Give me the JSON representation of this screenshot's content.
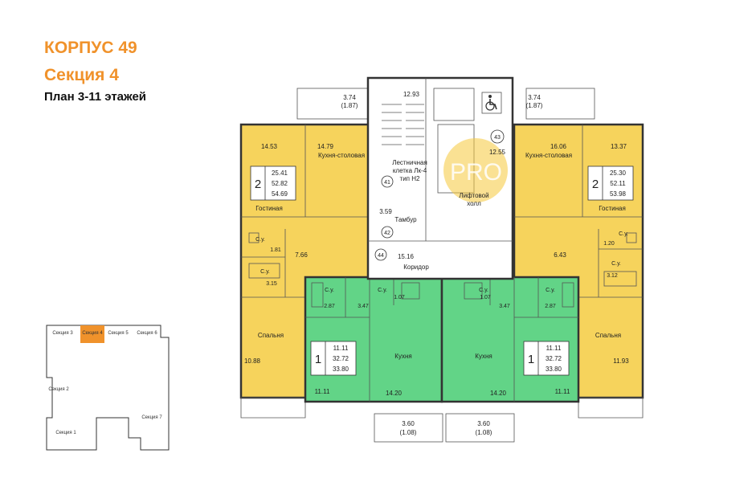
{
  "header": {
    "building": "КОРПУС 49",
    "section": "Секция 4",
    "floors": "План 3-11 этажей"
  },
  "colors": {
    "accent": "#f0922b",
    "two_room_fill": "#f6d35c",
    "one_room_fill": "#62d487",
    "core_fill": "#ffffff",
    "wall": "#333333",
    "minimap_active": "#f0922b"
  },
  "left_balcony": {
    "area": "3.74",
    "reduced": "(1.87)"
  },
  "right_balcony": {
    "area": "3.74",
    "reduced": "(1.87)"
  },
  "bottom_left_balcony": {
    "area": "3.60",
    "reduced": "(1.08)"
  },
  "bottom_right_balcony": {
    "area": "3.60",
    "reduced": "(1.08)"
  },
  "core": {
    "top_area": "12.93",
    "stair_label_1": "Лестничная",
    "stair_label_2": "клетка Лк-4",
    "stair_label_3": "тип Н2",
    "stair_no": "41",
    "vestibule_area": "3.59",
    "vestibule_label": "Тамбур",
    "vestibule_no": "42",
    "lift_hall_no": "43",
    "lift_hall_area": "12.55",
    "lift_hall_label_1": "Лифтовой",
    "lift_hall_label_2": "холл",
    "corridor_area": "15.16",
    "corridor_label": "Коридор",
    "corridor_no": "44",
    "accessibility_icon": "wheelchair-icon"
  },
  "watermark": "PRO",
  "apt_left_2": {
    "rooms": "2",
    "living": "25.41",
    "total": "52.82",
    "total_with_balcony": "54.69",
    "room_a_area": "14.53",
    "kitchen_area": "14.79",
    "kitchen_label": "Кухня-столовая",
    "living_label": "Гостиная",
    "bath1_label": "С.у.",
    "bath1_area": "1.81",
    "bath2_label": "С.у.",
    "bath2_area": "3.15",
    "hall_area": "7.66",
    "bedroom_label": "Спальня",
    "bedroom_area": "10.88"
  },
  "apt_right_2": {
    "rooms": "2",
    "living": "25.30",
    "total": "52.11",
    "total_with_balcony": "53.98",
    "kitchen_area": "16.06",
    "kitchen_label": "Кухня-столовая",
    "room_a_area": "13.37",
    "living_label": "Гостиная",
    "bath1_label": "С.у.",
    "bath1_area": "1.20",
    "bath2_label": "С.у.",
    "bath2_area": "3.12",
    "hall_area": "6.43",
    "bedroom_label": "Спальня",
    "bedroom_area": "11.93"
  },
  "apt_left_1": {
    "rooms": "1",
    "living": "11.11",
    "total": "32.72",
    "total_with_balcony": "33.80",
    "bath_label": "С.у.",
    "bath_area": "2.87",
    "hall_area": "3.47",
    "room_area": "11.11",
    "kitchen_label": "Кухня",
    "kitchen_area": "14.20",
    "bath2_label": "С.у.",
    "bath2_area": "1.07"
  },
  "apt_right_1": {
    "rooms": "1",
    "living": "11.11",
    "total": "32.72",
    "total_with_balcony": "33.80",
    "bath_label": "С.у.",
    "bath_area": "2.87",
    "hall_area": "3.47",
    "room_area": "11.11",
    "kitchen_label": "Кухня",
    "kitchen_area": "14.20",
    "bath2_label": "С.у.",
    "bath2_area": "1.07"
  },
  "minimap": {
    "sections": [
      "Секция 3",
      "Секция 4",
      "Секция 5",
      "Секция 6",
      "Секция 2",
      "Секция 7",
      "Секция 1"
    ],
    "active": "Секция 4"
  }
}
